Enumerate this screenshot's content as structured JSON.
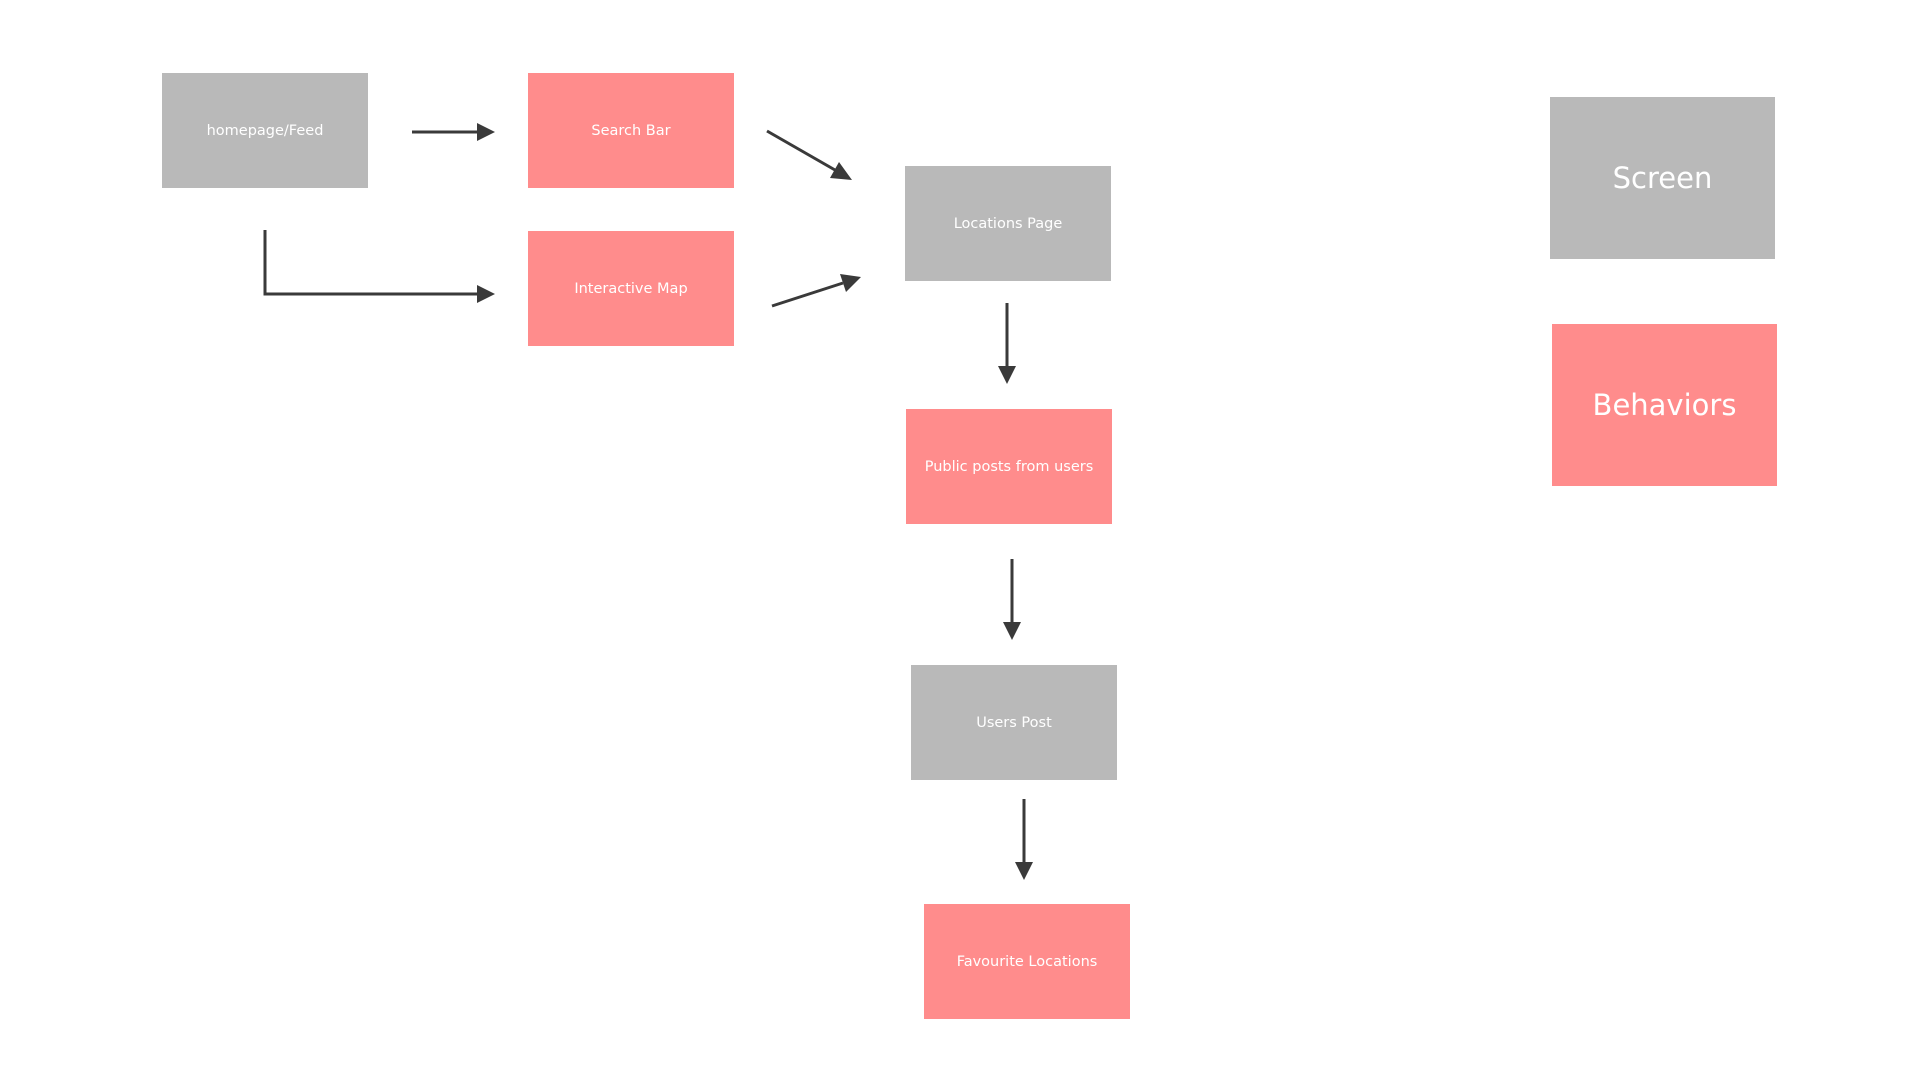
{
  "colors": {
    "screen": "#b9b9b9",
    "behavior": "#ff8c8c",
    "connector": "#3a3a3a",
    "text": "#ffffff"
  },
  "flow": {
    "homepage": "homepage/Feed",
    "search_bar": "Search Bar",
    "interactive_map": "Interactive Map",
    "locations_page": "Locations Page",
    "public_posts": "Public posts from users",
    "users_post": "Users Post",
    "favourite_locations": "Favourite Locations"
  },
  "legend": {
    "screen": "Screen",
    "behaviors": "Behaviors"
  },
  "connections": [
    {
      "from": "homepage",
      "to": "search_bar"
    },
    {
      "from": "homepage",
      "to": "interactive_map"
    },
    {
      "from": "search_bar",
      "to": "locations_page"
    },
    {
      "from": "interactive_map",
      "to": "locations_page"
    },
    {
      "from": "locations_page",
      "to": "public_posts"
    },
    {
      "from": "public_posts",
      "to": "users_post"
    },
    {
      "from": "users_post",
      "to": "favourite_locations"
    }
  ]
}
